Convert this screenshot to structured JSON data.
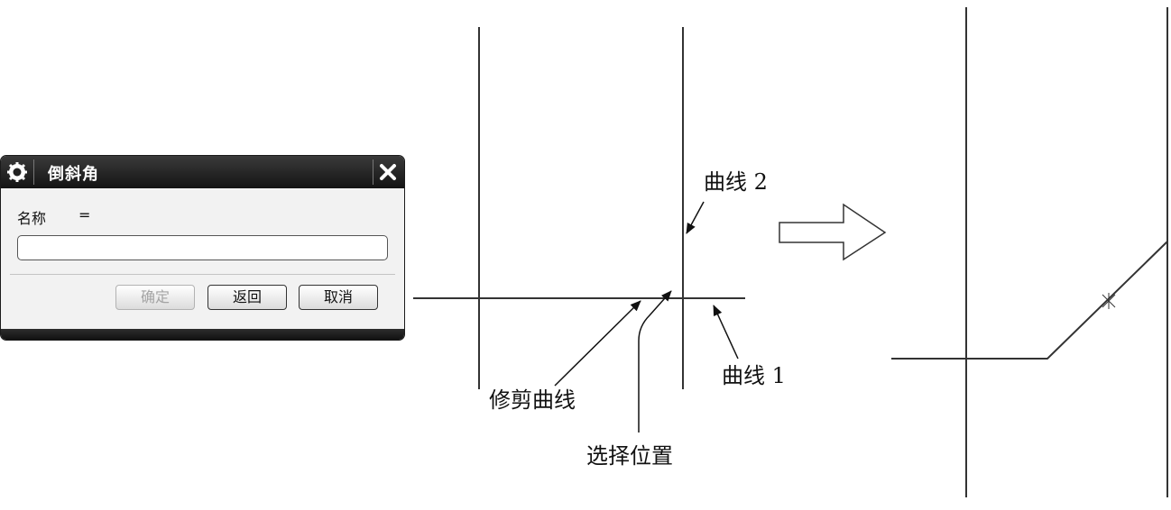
{
  "dialog": {
    "title": "倒斜角",
    "name_label": "名称",
    "equals": "=",
    "name_value": "",
    "buttons": {
      "ok": "确定",
      "back": "返回",
      "cancel": "取消"
    },
    "ok_enabled": false
  },
  "diagram": {
    "labels": {
      "curve2": "曲线 2",
      "curve1": "曲线 1",
      "trim_curve": "修剪曲线",
      "select_position": "选择位置"
    }
  }
}
